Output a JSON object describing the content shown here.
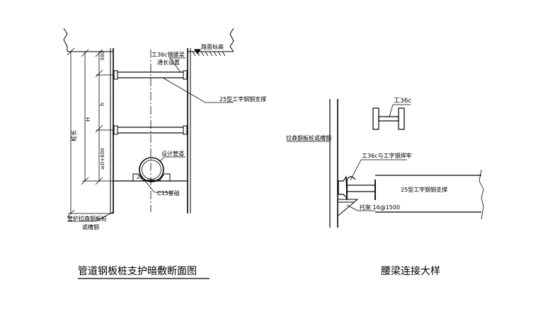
{
  "left_view": {
    "caption": "管道钢板桩支护暗敷断面图",
    "road_level": "路面标高",
    "waler_label_1": "工36c钢腰梁",
    "waler_label_2": "通长设置",
    "strut_label": "25型工字钢钢支撑",
    "design_pipe": "设计管道",
    "c15_base": "C15基础",
    "pile_length": "桩长",
    "pile_label_1": "管护拉森钢板桩",
    "pile_label_2": "或槽钢",
    "dim_300": "300",
    "dim_h_small": "h",
    "dim_H": "H",
    "dim_D": "≥D+600",
    "dim_zw": "ZG"
  },
  "right_view": {
    "caption": "腰梁连接大样",
    "i36c_label": "工36c",
    "pile_label": "拉森钢板桩或槽钢",
    "weld_label": "工36c与工字钢焊牢",
    "strut_label": "25型工字钢钢支撑",
    "bracket_label": "托架 16@1500"
  }
}
